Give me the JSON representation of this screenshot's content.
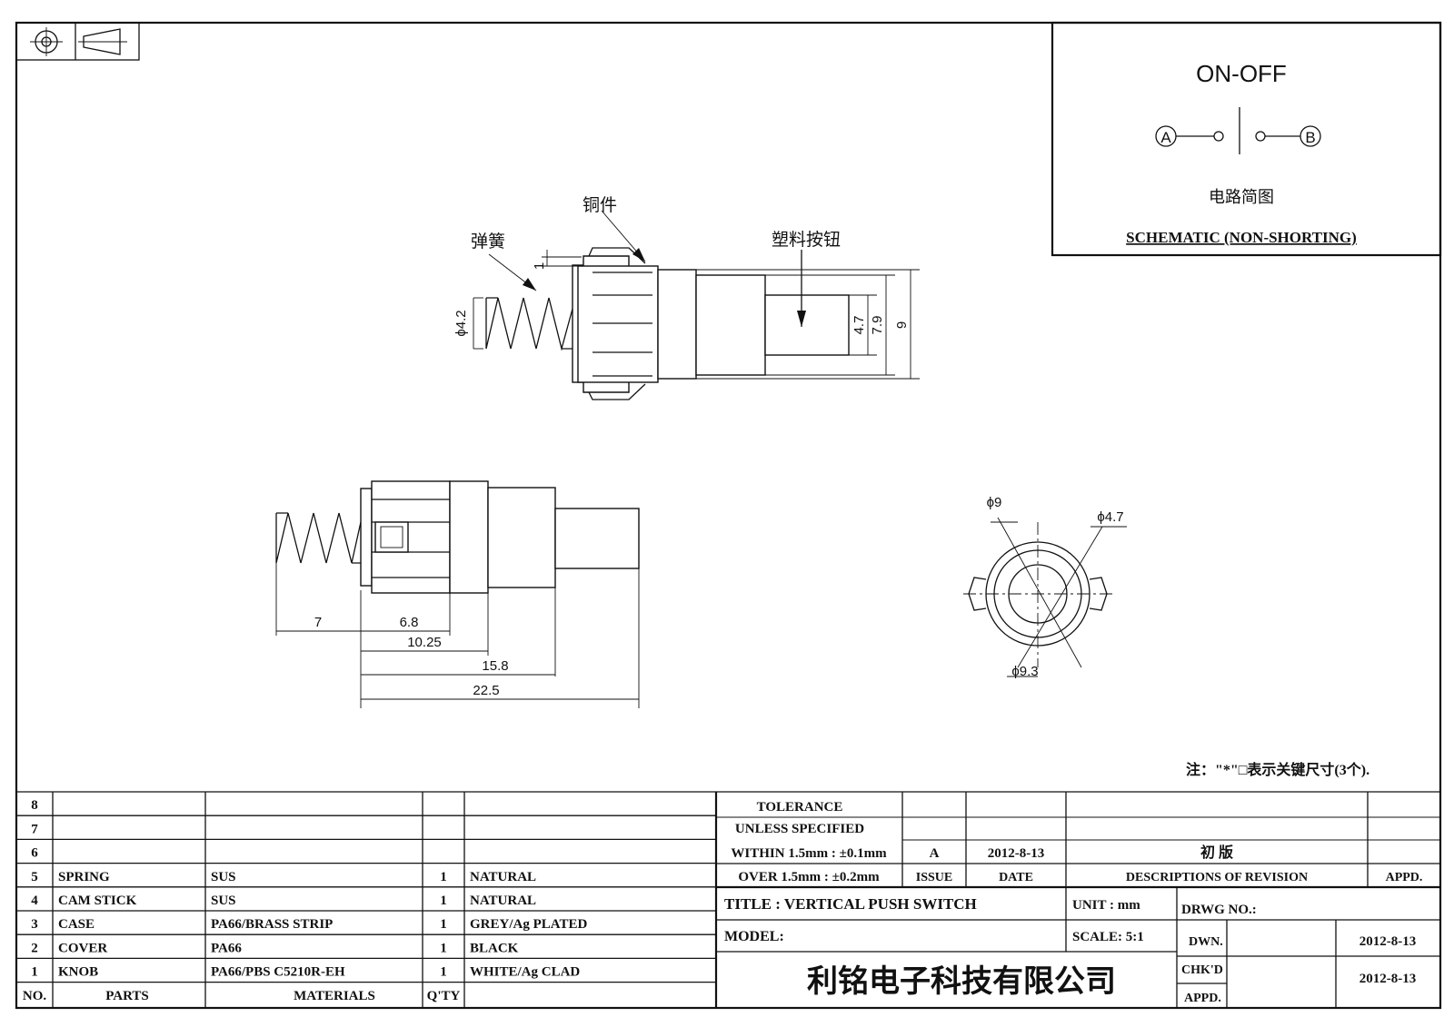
{
  "schematic": {
    "mode": "ON-OFF",
    "terminal_a": "A",
    "terminal_b": "B",
    "caption_cn": "电路简图",
    "caption_en": "SCHEMATIC (NON-SHORTING)"
  },
  "labels": {
    "copper_part": "铜件",
    "spring": "弹簧",
    "plastic_button": "塑料按钮"
  },
  "dims_top": {
    "spring_dia": "ϕ4.2",
    "lip": "1",
    "d1": "4.7",
    "d2": "7.9",
    "d3": "9"
  },
  "dims_side": {
    "a": "7",
    "b": "6.8",
    "c": "10.25",
    "d": "15.8",
    "e": "22.5"
  },
  "dims_end": {
    "outer": "ϕ9",
    "inner": "ϕ4.7",
    "flange": "ϕ9.3"
  },
  "note": "注：\"*\"□表示关键尺寸(3个).",
  "parts_table": {
    "rows": [
      {
        "no": "8",
        "part": "",
        "material": "",
        "qty": "",
        "finish": ""
      },
      {
        "no": "7",
        "part": "",
        "material": "",
        "qty": "",
        "finish": ""
      },
      {
        "no": "6",
        "part": "",
        "material": "",
        "qty": "",
        "finish": ""
      },
      {
        "no": "5",
        "part": "SPRING",
        "material": "SUS",
        "qty": "1",
        "finish": "NATURAL"
      },
      {
        "no": "4",
        "part": "CAM STICK",
        "material": "SUS",
        "qty": "1",
        "finish": "NATURAL"
      },
      {
        "no": "3",
        "part": "CASE",
        "material": "PA66/BRASS STRIP",
        "qty": "1",
        "finish": "GREY/Ag PLATED"
      },
      {
        "no": "2",
        "part": "COVER",
        "material": "PA66",
        "qty": "1",
        "finish": "BLACK"
      },
      {
        "no": "1",
        "part": "KNOB",
        "material": "PA66/PBS C5210R-EH",
        "qty": "1",
        "finish": "WHITE/Ag CLAD"
      }
    ],
    "header": {
      "no": "NO.",
      "part": "PARTS",
      "material": "MATERIALS",
      "qty": "Q'TY"
    }
  },
  "tolerance": {
    "line1": "TOLERANCE",
    "line2": "UNLESS SPECIFIED",
    "line3": "WITHIN 1.5mm : ±0.1mm",
    "line4": "OVER 1.5mm : ±0.2mm"
  },
  "revision": {
    "issue": "A",
    "date": "2012-8-13",
    "desc": "初 版",
    "h_issue": "ISSUE",
    "h_date": "DATE",
    "h_desc": "DESCRIPTIONS OF REVISION",
    "h_appd": "APPD."
  },
  "title_block": {
    "title": "TITLE :  VERTICAL PUSH SWITCH",
    "unit": "UNIT :  mm",
    "drwg_no": "DRWG NO.:",
    "model": "MODEL:",
    "scale": "SCALE:  5:1",
    "dwn": "DWN.",
    "dwn_date": "2012-8-13",
    "chkd": "CHK'D",
    "chkd_date": "2012-8-13",
    "appd": "APPD.",
    "company": "利铭电子科技有限公司"
  }
}
